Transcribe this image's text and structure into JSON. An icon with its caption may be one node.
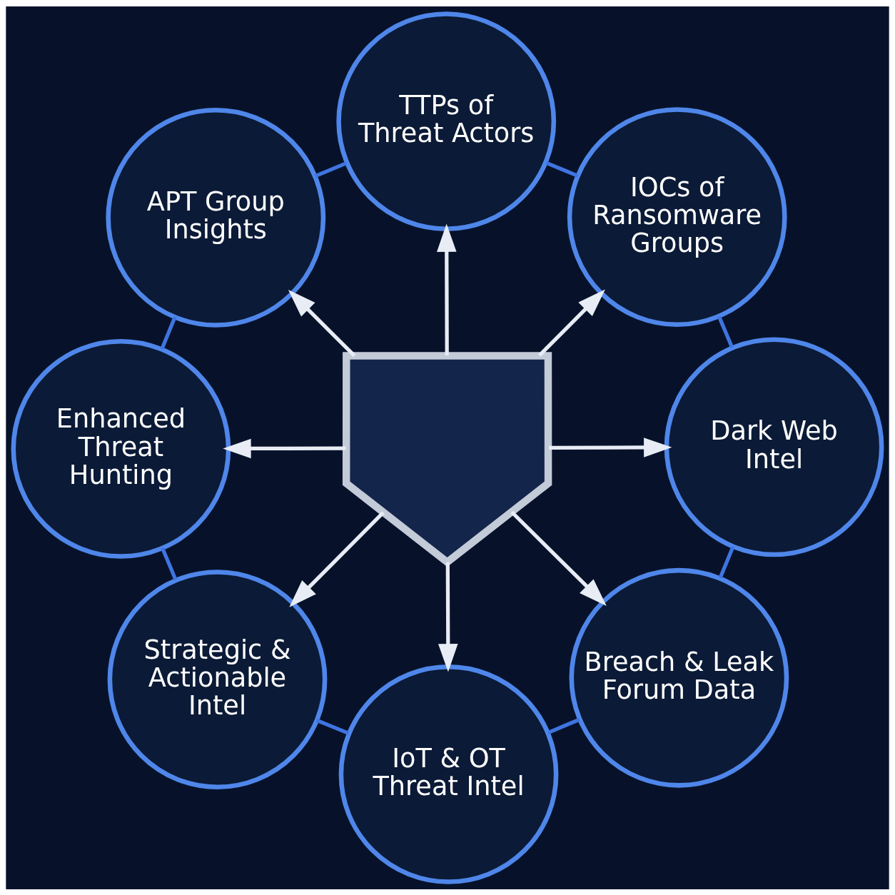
{
  "diagram": {
    "nodes": [
      {
        "text": [
          "TTPs of Threat Actors"
        ]
      },
      {
        "text": [
          "APT Group Insights"
        ]
      },
      {
        "text": [
          "IOCs of Ransomware Groups"
        ]
      },
      {
        "text": [
          "Enhanced Threat Hunting"
        ]
      },
      {
        "text": [],
        "shape": "shield"
      },
      {
        "text": [
          "Dark Web Intel"
        ]
      },
      {
        "text": [
          "Strategic & Actionable Intel"
        ]
      },
      {
        "text": [
          "Breach & Leak Forum Data"
        ]
      },
      {
        "text": [
          "IoT & OT Threat Intel"
        ]
      }
    ],
    "edges": [
      {
        "from": 4,
        "to": 0,
        "arrow": "to"
      },
      {
        "from": 4,
        "to": 2,
        "arrow": "to"
      },
      {
        "from": 4,
        "to": 5,
        "arrow": "to"
      },
      {
        "from": 4,
        "to": 7,
        "arrow": "to"
      },
      {
        "from": 4,
        "to": 8,
        "arrow": "to"
      },
      {
        "from": 4,
        "to": 6,
        "arrow": "to"
      },
      {
        "from": 4,
        "to": 3,
        "arrow": "to"
      },
      {
        "from": 4,
        "to": 1,
        "arrow": "to"
      },
      {
        "from": 0,
        "to": 2,
        "arrow": "none",
        "color": "#3f74e0"
      },
      {
        "from": 2,
        "to": 5,
        "arrow": "none",
        "color": "#3f74e0"
      },
      {
        "from": 5,
        "to": 7,
        "arrow": "none",
        "color": "#3f74e0"
      },
      {
        "from": 7,
        "to": 8,
        "arrow": "none",
        "color": "#3f74e0"
      },
      {
        "from": 8,
        "to": 6,
        "arrow": "none",
        "color": "#3f74e0"
      },
      {
        "from": 6,
        "to": 3,
        "arrow": "none",
        "color": "#3f74e0"
      },
      {
        "from": 3,
        "to": 1,
        "arrow": "none",
        "color": "#3f74e0"
      },
      {
        "from": 1,
        "to": 0,
        "arrow": "none",
        "color": "#3f74e0"
      }
    ]
  }
}
